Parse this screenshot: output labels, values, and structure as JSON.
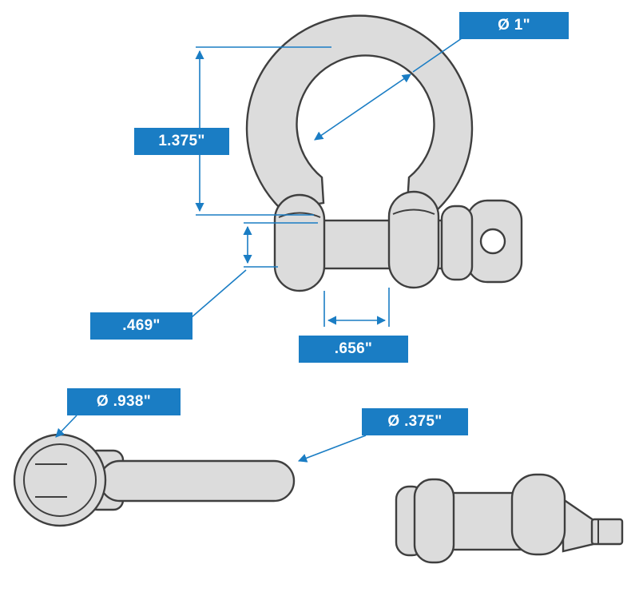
{
  "diagram_subject": "shackle-with-screw-pin-dimension-drawing",
  "colors": {
    "label_bg": "#1a7dc4",
    "label_text": "#ffffff",
    "dim_line": "#1a7dc4",
    "part_fill": "#dcdcdc",
    "part_outline": "#3f3f3f",
    "background": "#ffffff"
  },
  "labels": {
    "bow_diameter": "Ø 1\"",
    "inside_length": "1.375\"",
    "pin_offset": ".469\"",
    "inside_width": ".656\"",
    "pin_head_diameter": "Ø .938\"",
    "pin_shaft_diameter": "Ø .375\""
  }
}
